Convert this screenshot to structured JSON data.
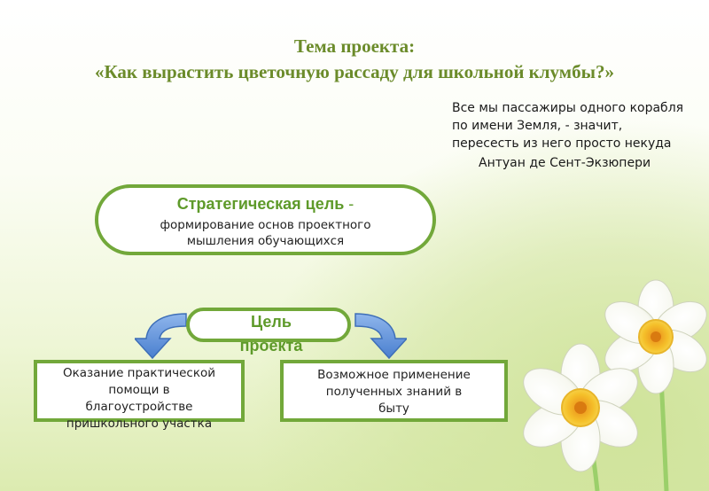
{
  "title": {
    "line1": "Тема проекта:",
    "line2": "«Как вырастить цветочную рассаду для школьной клумбы?»"
  },
  "quote": {
    "lines": [
      "Все мы пассажиры одного корабля",
      "по имени Земля, - значит,",
      "пересесть из него просто некуда"
    ],
    "author": "Антуан де Сент-Экзюпери"
  },
  "strategic_goal": {
    "heading": "Стратегическая цель",
    "dash": "-",
    "line1": "формирование основ проектного",
    "line2": "мышления обучающихся"
  },
  "project_goal": {
    "label_line1": "Цель",
    "label_line2": "проекта"
  },
  "goals": {
    "left": {
      "line1": "Оказание практической",
      "line2": "помощи в",
      "line3": "благоустройстве",
      "line4": "пришкольного участка"
    },
    "right": {
      "line1": "Возможное применение",
      "line2": "полученных знаний в",
      "line3": "быту"
    }
  },
  "colors": {
    "accent_green": "#72a83a",
    "title_green": "#6b8b2a",
    "arrow_blue": "#5b8fd6"
  },
  "icons": {
    "left_arrow": "curved-arrow-down-left-icon",
    "right_arrow": "curved-arrow-down-right-icon",
    "decoration": "daffodil-flowers"
  }
}
